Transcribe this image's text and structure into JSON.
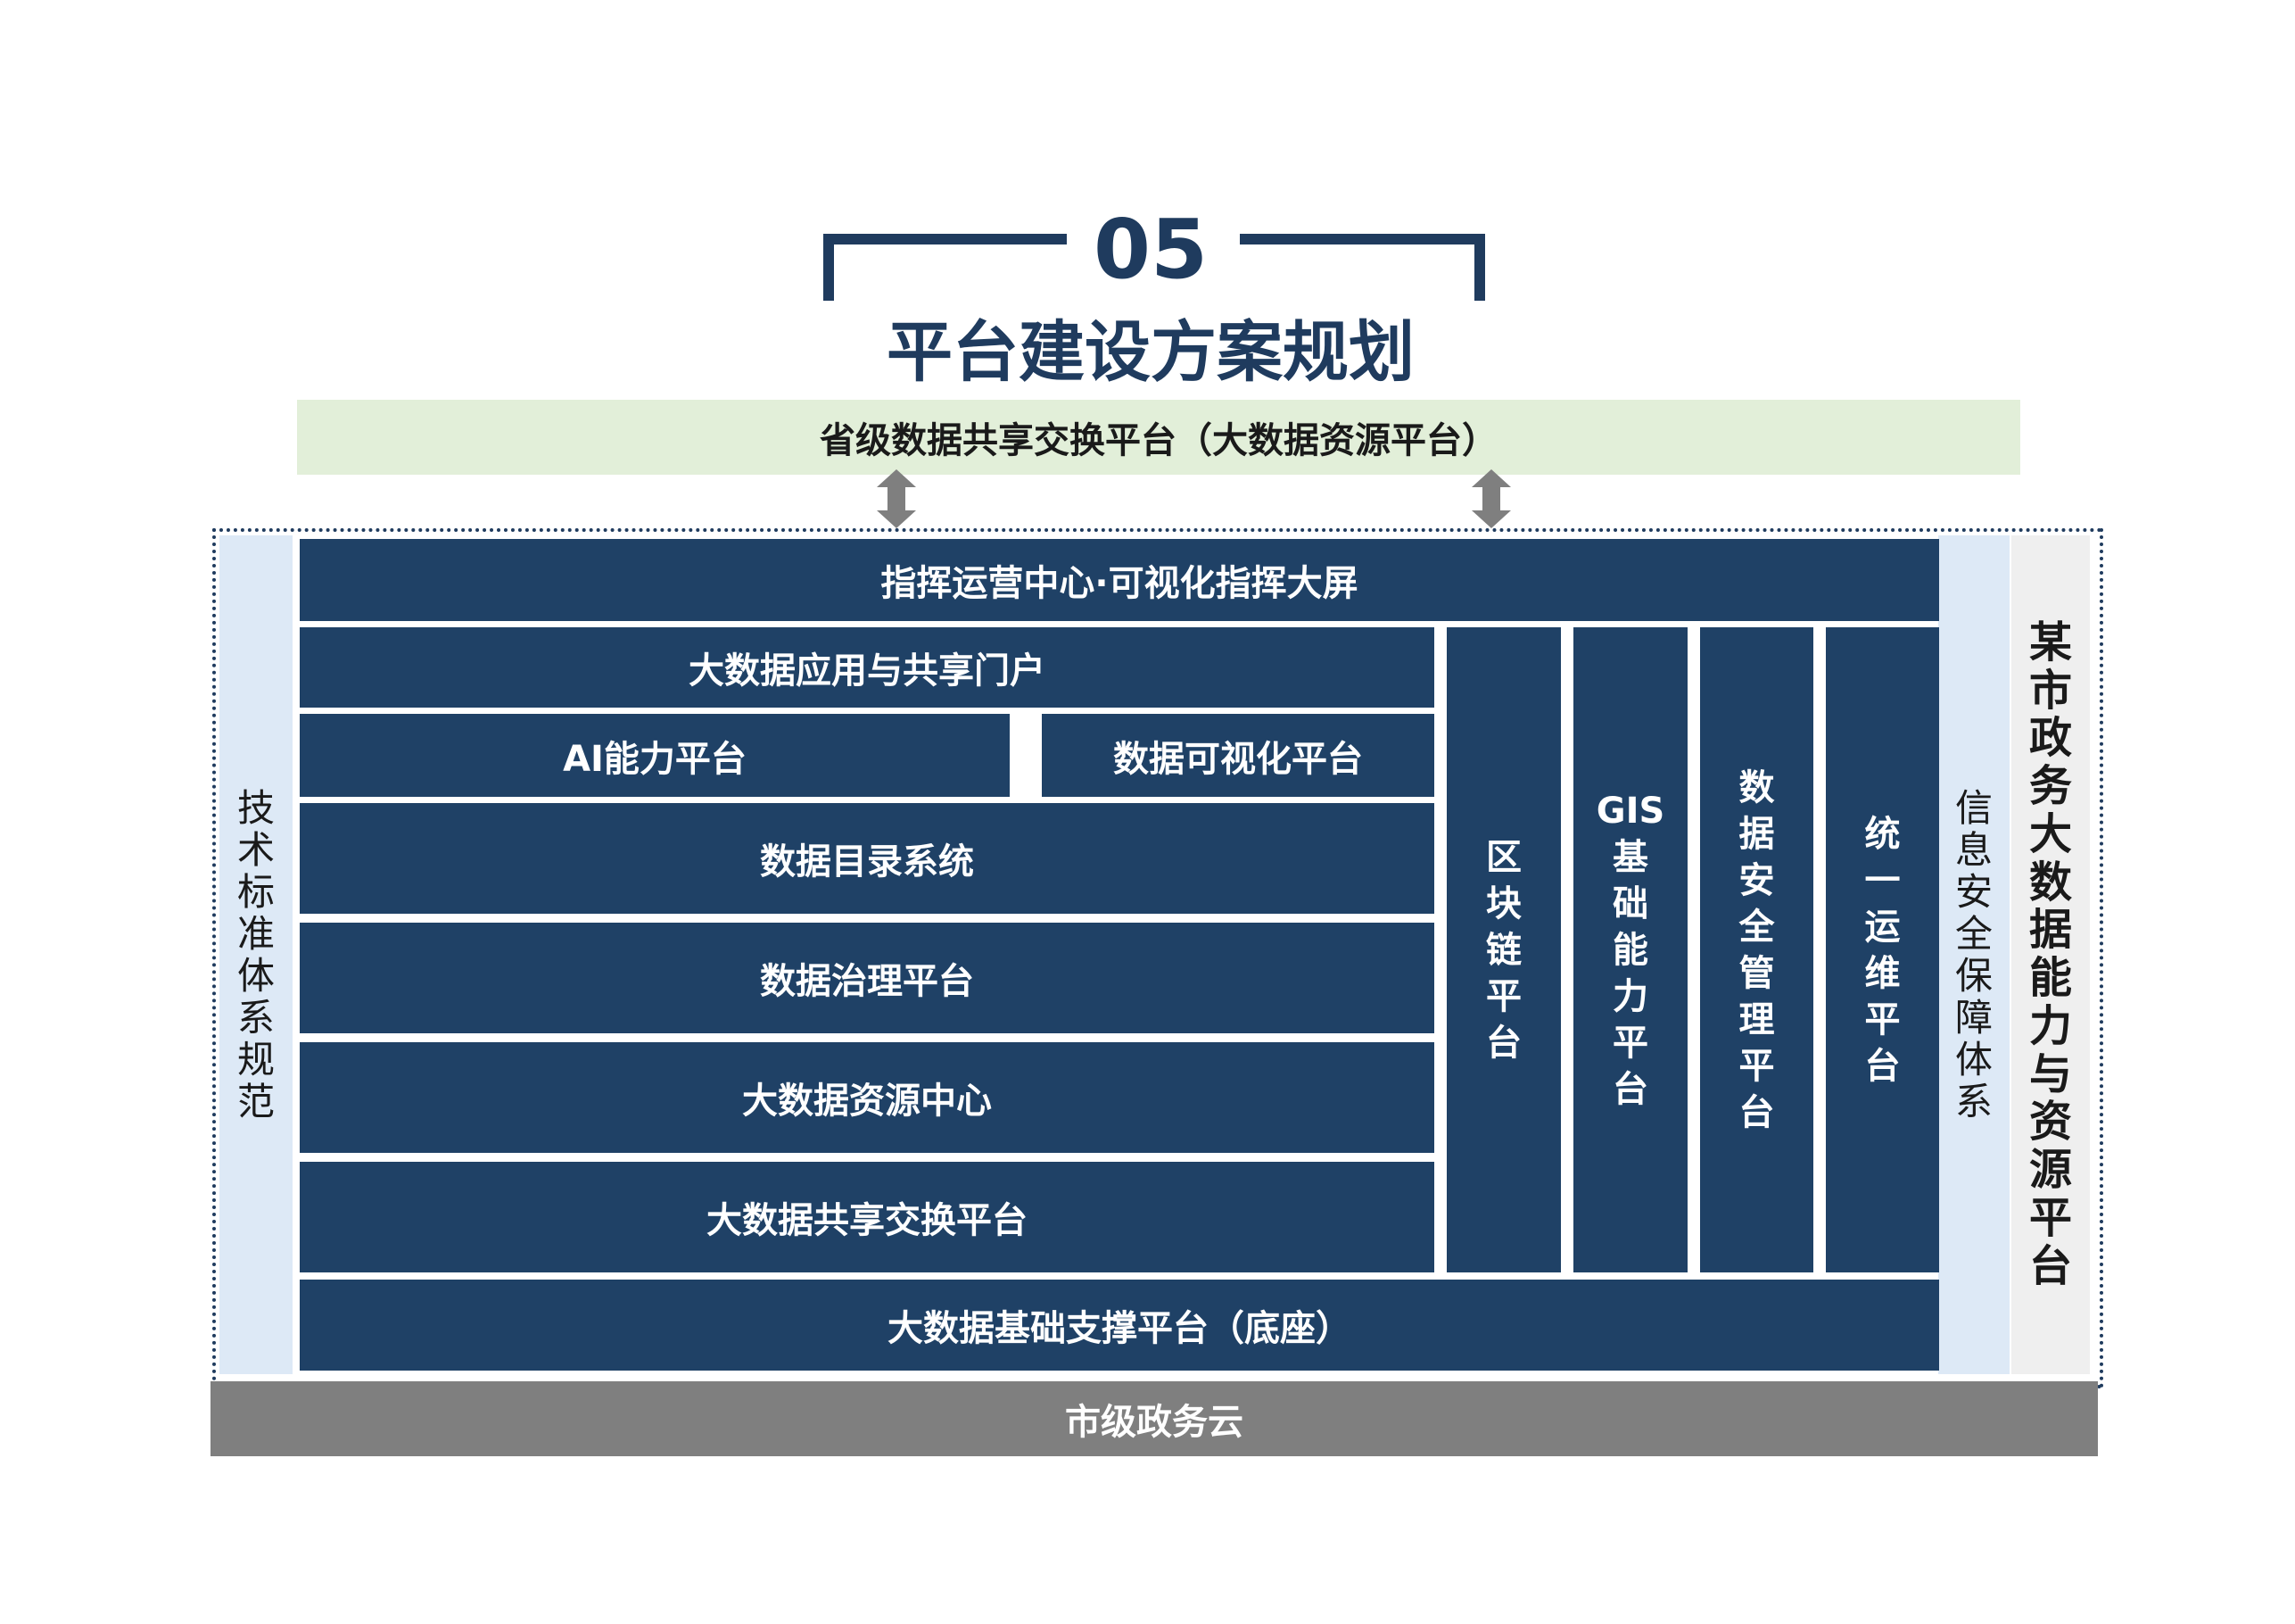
{
  "header": {
    "number": "05",
    "title": "平台建设方案规划"
  },
  "top_band": "省级数据共享交换平台（大数据资源平台）",
  "left_side": "技术标准体系规范",
  "right_side": "信息安全保障体系",
  "far_right": "某市政务大数据能力与资源平台",
  "bottom_band": "市级政务云",
  "blocks": {
    "command": "指挥运营中心·可视化指挥大屏",
    "portal": "大数据应用与共享门户",
    "ai": "AI能力平台",
    "visual": "数据可视化平台",
    "catalog": "数据目录系统",
    "governance": "数据治理平台",
    "resource": "大数据资源中心",
    "exchange": "大数据共享交换平台",
    "base": "大数据基础支撑平台（底座）"
  },
  "columns": [
    {
      "lines": [
        "区",
        "块",
        "链",
        "平",
        "台"
      ]
    },
    {
      "lines": [
        "GIS",
        "基",
        "础",
        "能",
        "力",
        "平",
        "台"
      ]
    },
    {
      "lines": [
        "数",
        "据",
        "安",
        "全",
        "管",
        "理",
        "平",
        "台"
      ]
    },
    {
      "lines": [
        "统",
        "一",
        "运",
        "维",
        "平",
        "台"
      ]
    }
  ],
  "colors": {
    "navy": "#1f3b5e",
    "block": "#1f4166",
    "green_band": "#e2efd9",
    "side_blue": "#dde9f6",
    "gray_band": "#7f7f7f",
    "arrow": "#7f7f7f"
  }
}
